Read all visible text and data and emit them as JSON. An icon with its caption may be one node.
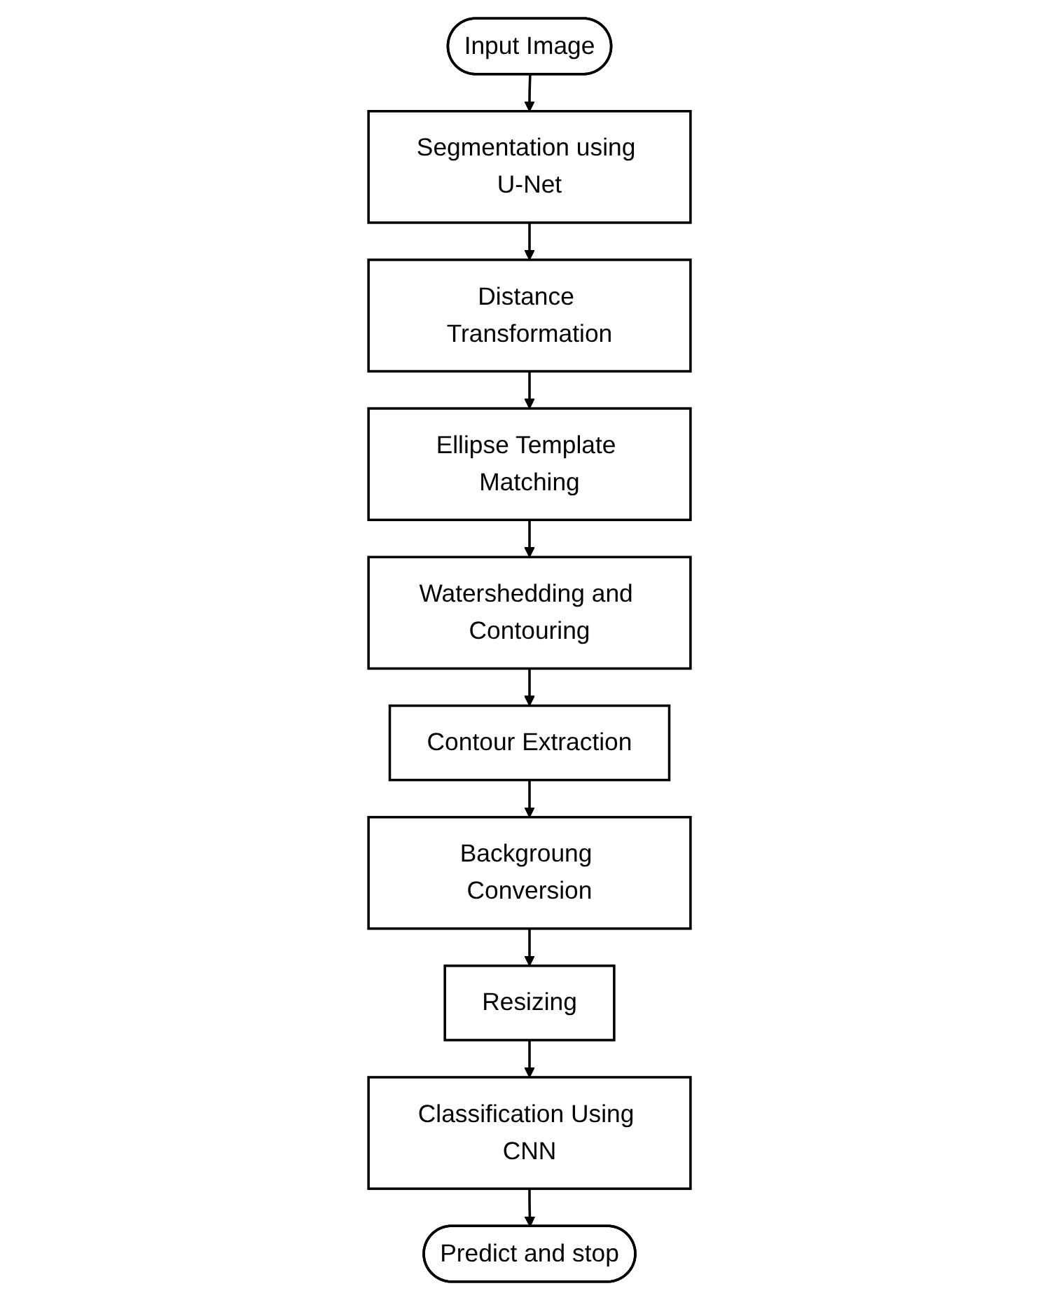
{
  "diagram": {
    "nodes": [
      {
        "text": [
          "Input Image"
        ]
      },
      {
        "text": [
          "Segmentation using U-Net"
        ]
      },
      {
        "text": [
          "Distance Transformation"
        ]
      },
      {
        "text": [
          "Ellipse Template Matching"
        ]
      },
      {
        "text": [
          "Watershedding and Contouring"
        ]
      },
      {
        "text": [
          "Contour Extraction"
        ]
      },
      {
        "text": [
          "Backgroung Conversion"
        ]
      },
      {
        "text": [
          "Resizing"
        ]
      },
      {
        "text": [
          "Classification Using CNN"
        ]
      },
      {
        "text": [
          "Predict and stop"
        ]
      }
    ],
    "edges": [
      {
        "from": 0,
        "to": 1,
        "arrow": "to"
      },
      {
        "from": 1,
        "to": 2,
        "arrow": "to"
      },
      {
        "from": 2,
        "to": 3,
        "arrow": "to"
      },
      {
        "from": 3,
        "to": 4,
        "arrow": "to"
      },
      {
        "from": 4,
        "to": 5,
        "arrow": "to"
      },
      {
        "from": 5,
        "to": 6,
        "arrow": "to"
      },
      {
        "from": 6,
        "to": 7,
        "arrow": "to"
      },
      {
        "from": 7,
        "to": 8,
        "arrow": "to"
      },
      {
        "from": 8,
        "to": 9,
        "arrow": "to"
      }
    ]
  }
}
